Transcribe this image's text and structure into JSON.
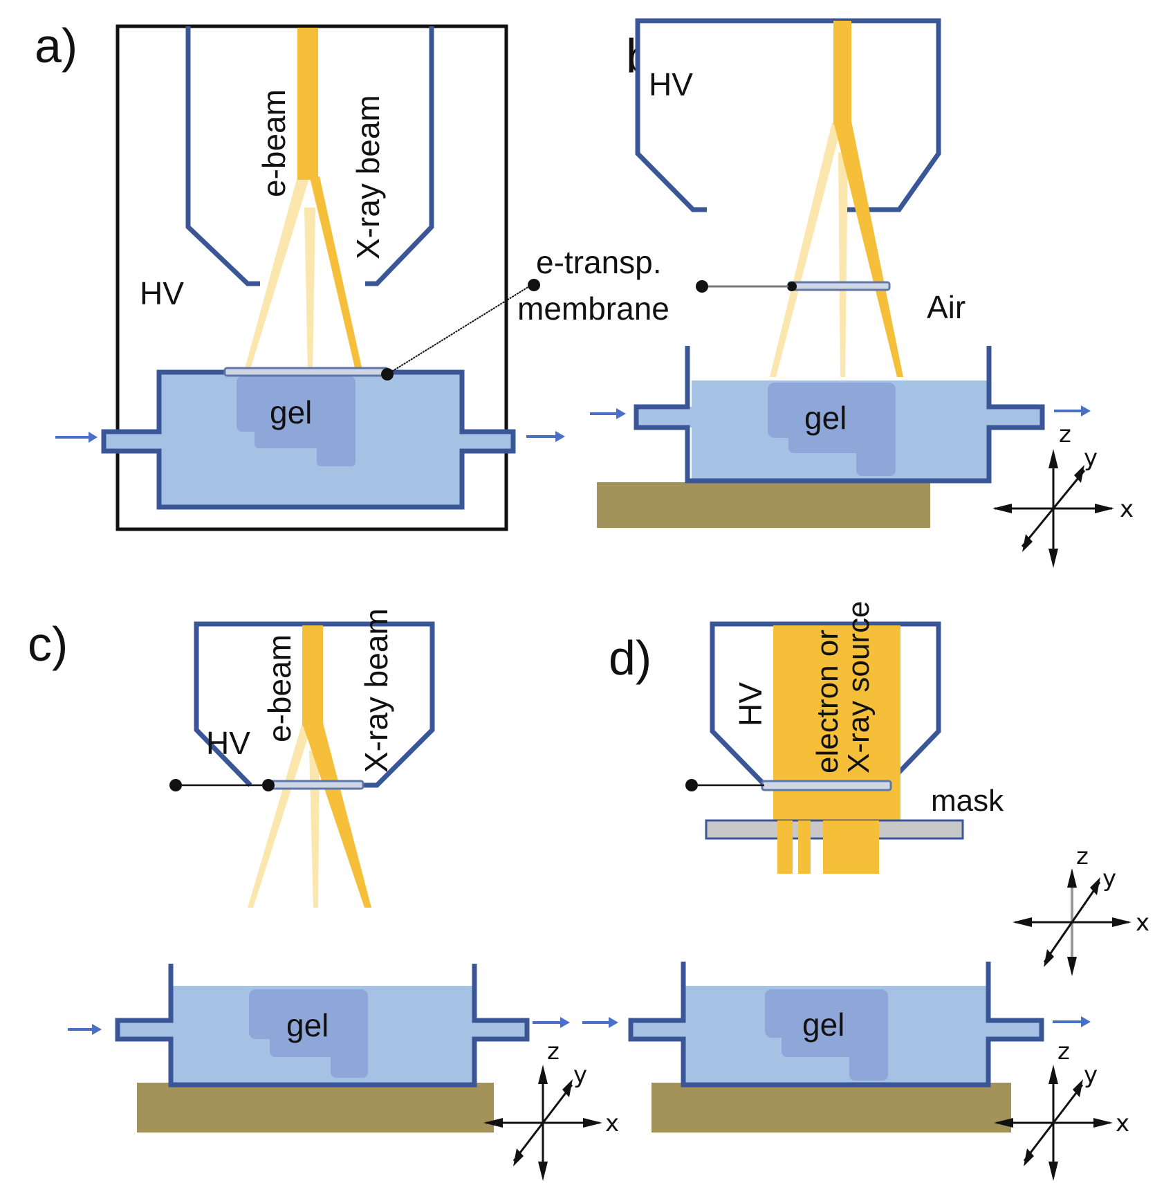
{
  "figure": {
    "panels": [
      {
        "id": "a",
        "letter": "a)",
        "labels": {
          "vacuum": "HV",
          "ebeam": "e-beam",
          "xray": "X-ray beam",
          "sample": "gel"
        },
        "callout": {
          "line1": "e-transp.",
          "line2": "membrane"
        }
      },
      {
        "id": "b",
        "letter": "b)",
        "labels": {
          "vacuum": "HV",
          "ambient": "Air",
          "sample": "gel"
        }
      },
      {
        "id": "c",
        "letter": "c)",
        "labels": {
          "vacuum": "HV",
          "ebeam": "e-beam",
          "xray": "X-ray beam",
          "sample": "gel"
        }
      },
      {
        "id": "d",
        "letter": "d)",
        "labels": {
          "vacuum": "HV",
          "source_line1": "electron or",
          "source_line2": "X-ray source",
          "mask": "mask",
          "sample": "gel"
        }
      }
    ],
    "axes": {
      "x": "x",
      "y": "y",
      "z": "z"
    },
    "colors": {
      "chamber_outline": "#3a5697",
      "liquid": "#a5c1e3",
      "gel": "#8fa6d8",
      "beam": "#f5bf3a",
      "substrate": "#a39259",
      "mask": "#c8c8c8",
      "flow_arrow": "#4a6fc6"
    }
  }
}
